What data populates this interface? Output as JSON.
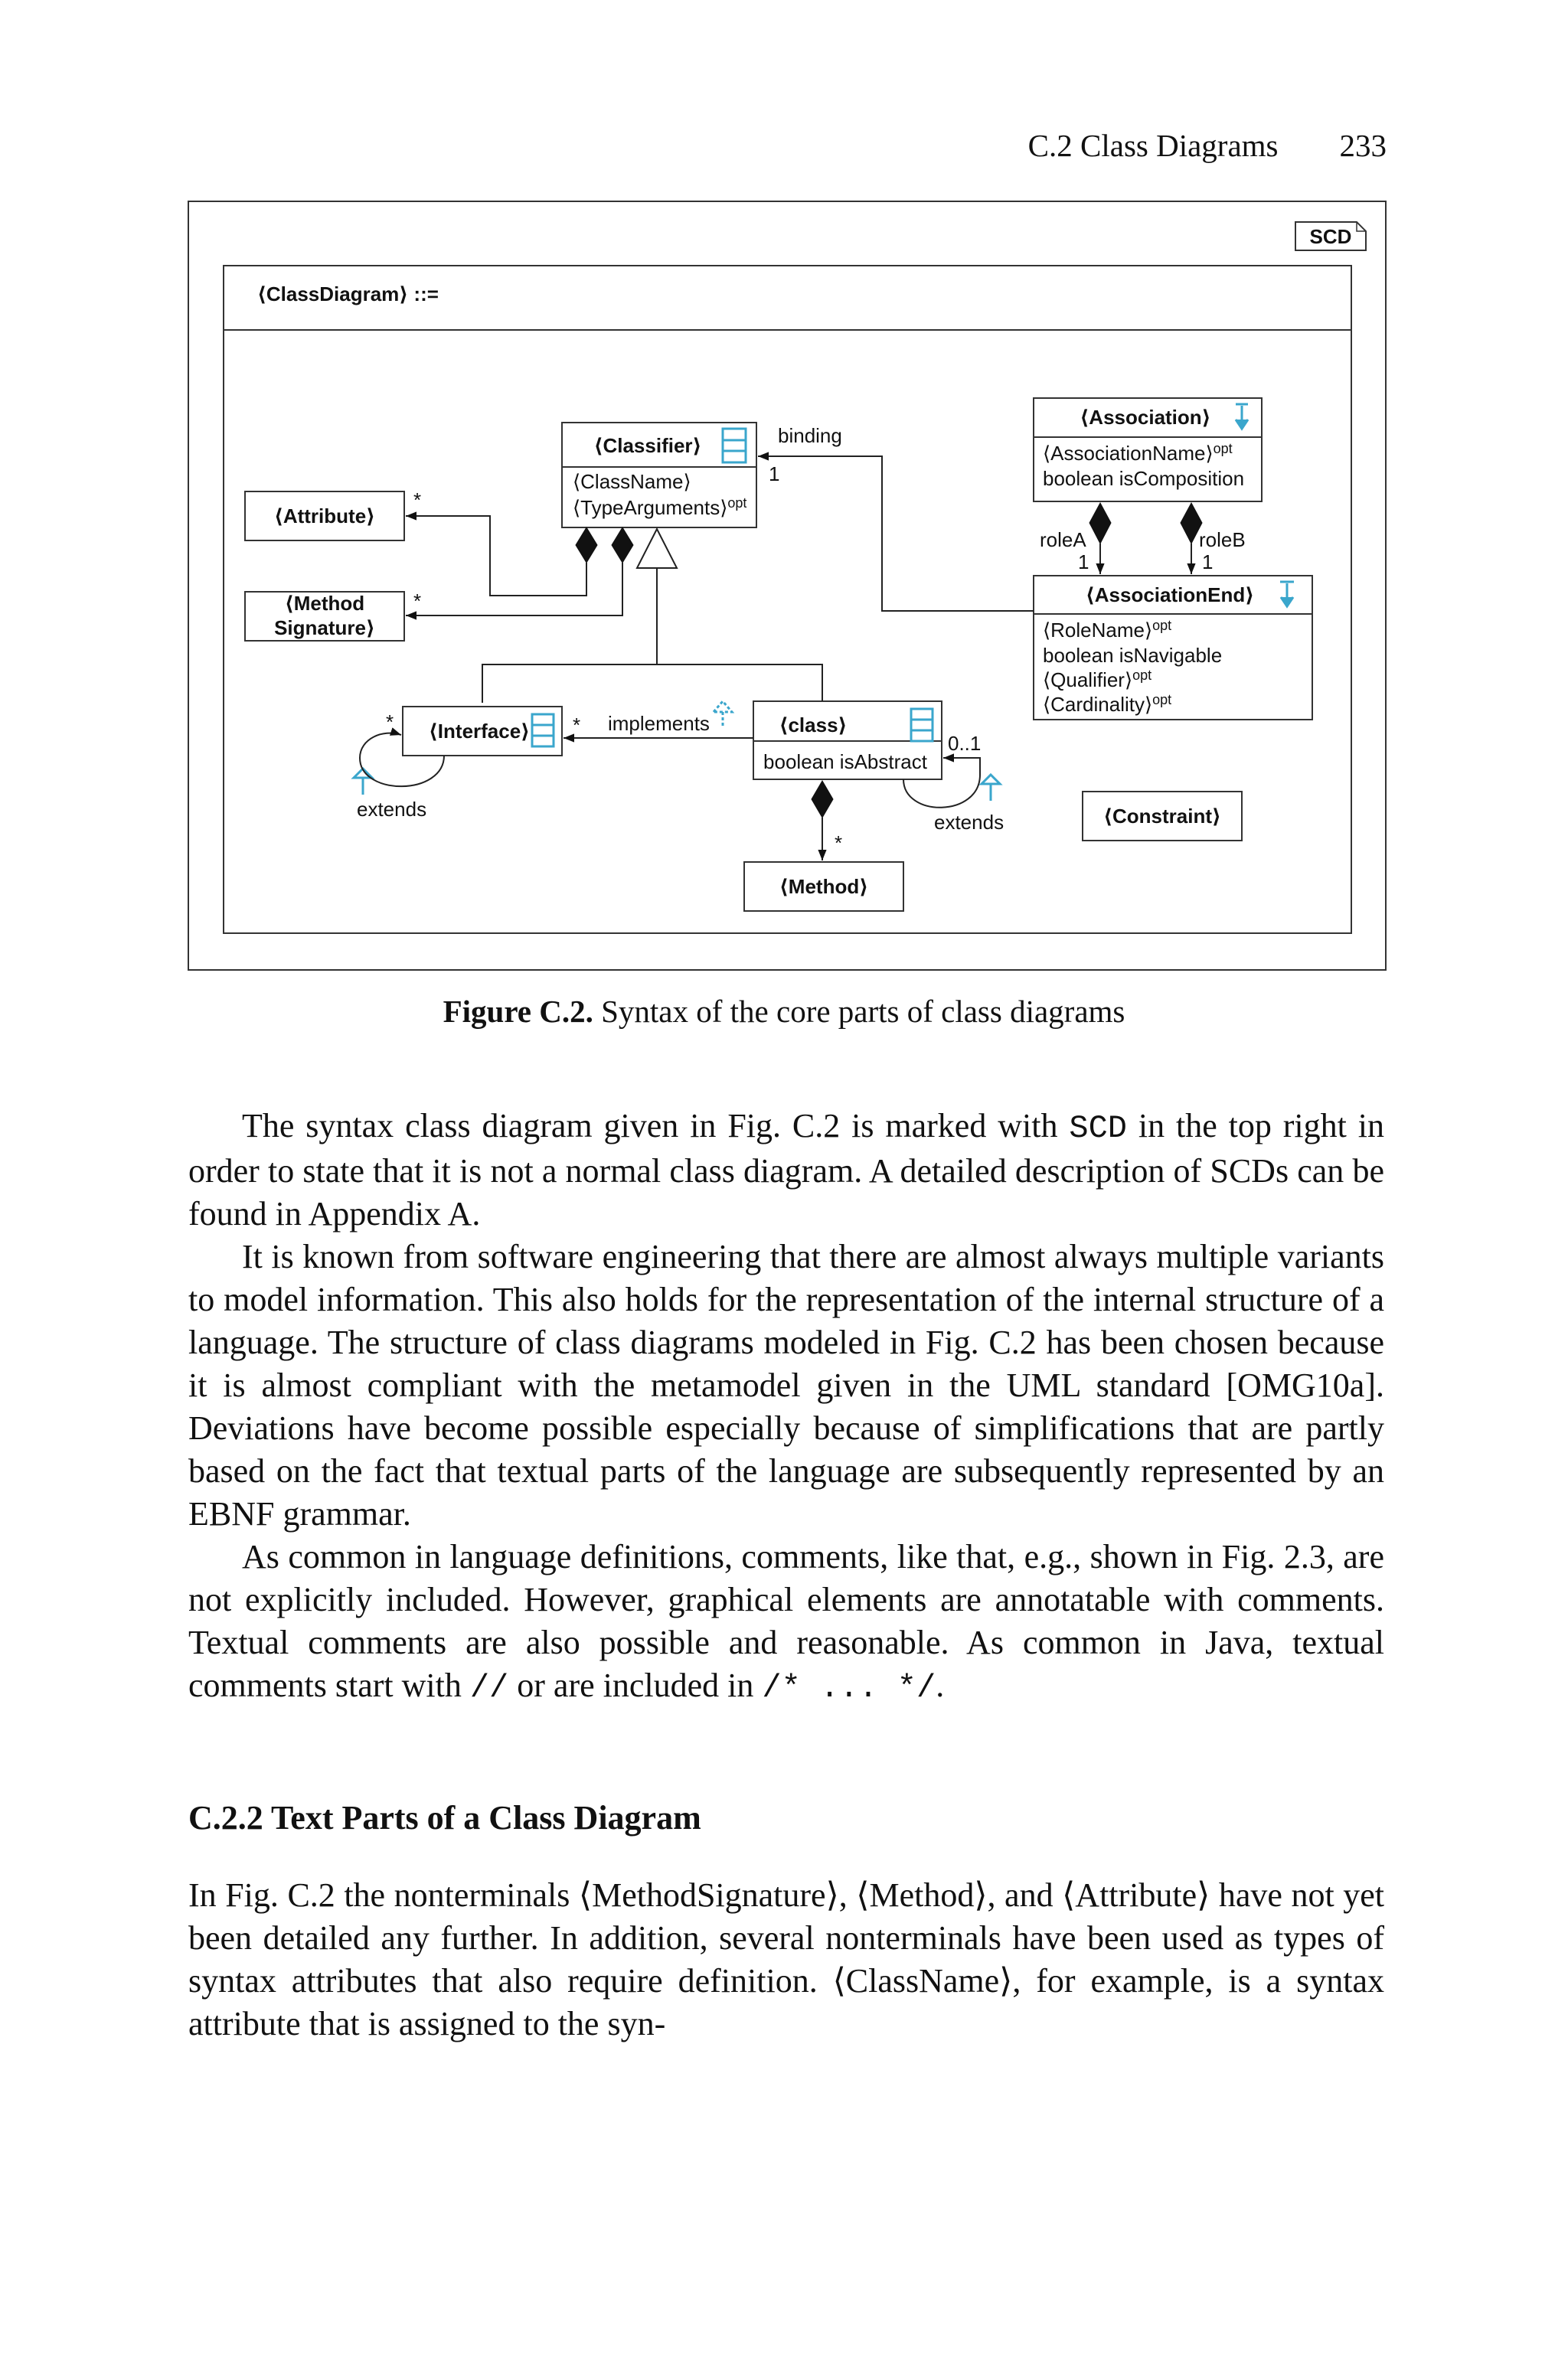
{
  "header": {
    "section": "C.2  Class Diagrams",
    "page_number": "233"
  },
  "figure": {
    "tag": "SCD",
    "frame_title": "⟨ClassDiagram⟩ ::=",
    "classifier": {
      "name": "⟨Classifier⟩",
      "attr1": "⟨ClassName⟩",
      "attr2": "⟨TypeArguments⟩",
      "attr2_sup": "opt"
    },
    "attribute": "⟨Attribute⟩",
    "method_signature_l1": "⟨Method",
    "method_signature_l2": "Signature⟩",
    "interface": "⟨Interface⟩",
    "class": {
      "name": "⟨class⟩",
      "attr": "boolean isAbstract"
    },
    "method": "⟨Method⟩",
    "association": {
      "name": "⟨Association⟩",
      "attr1": "⟨AssociationName⟩",
      "attr1_sup": "opt",
      "attr2": "boolean isComposition"
    },
    "association_end": {
      "name": "⟨AssociationEnd⟩",
      "attr1": "⟨RoleName⟩",
      "attr1_sup": "opt",
      "attr2": "boolean isNavigable",
      "attr3": "⟨Qualifier⟩",
      "attr3_sup": "opt",
      "attr4": "⟨Cardinality⟩",
      "attr4_sup": "opt"
    },
    "constraint": "⟨Constraint⟩",
    "labels": {
      "binding": "binding",
      "binding_mult": "1",
      "attribute_mult": "*",
      "methodsig_mult": "*",
      "interface_mult_left": "*",
      "interface_mult_right": "*",
      "implements": "implements",
      "class_self_mult": "0..1",
      "method_mult": "*",
      "extends_interface": "extends",
      "extends_class": "extends",
      "roleA": "roleA",
      "roleA_mult": "1",
      "roleB": "roleB",
      "roleB_mult": "1"
    }
  },
  "caption": {
    "label": "Figure C.2.",
    "text": " Syntax of the core parts of class diagrams"
  },
  "body": {
    "p1_a": "The syntax class diagram given in Fig. C.2 is marked with ",
    "p1_code": "SCD",
    "p1_b": " in the top right in order to state that it is not a normal class diagram. A detailed description of SCDs can be found in Appendix A.",
    "p2": "It is known from software engineering that there are almost always multiple variants to model information. This also holds for the representation of the internal structure of a language. The structure of class diagrams modeled in Fig. C.2 has been chosen because it is almost compliant with the metamodel given in the UML standard [OMG10a]. Deviations have become possible especially because of simplifications that are partly based on the fact that textual parts of the language are subsequently represented by an EBNF grammar.",
    "p3_a": "As common in language definitions, comments, like that, e.g., shown in Fig. 2.3, are not explicitly included. However, graphical elements are annotatable with comments. Textual comments are also possible and reasonable. As common in Java, textual comments start with ",
    "p3_code1": "//",
    "p3_b": " or are included in ",
    "p3_code2": "/* ... */",
    "p3_c": ".",
    "section_heading": "C.2.2  Text Parts of a Class Diagram",
    "p4": "In Fig. C.2 the nonterminals ⟨MethodSignature⟩, ⟨Method⟩, and ⟨Attribute⟩ have not yet been detailed any further. In addition, several nonterminals have been used as types of syntax attributes that also require definition. ⟨ClassName⟩, for example, is a syntax attribute that is assigned to the syn-"
  }
}
